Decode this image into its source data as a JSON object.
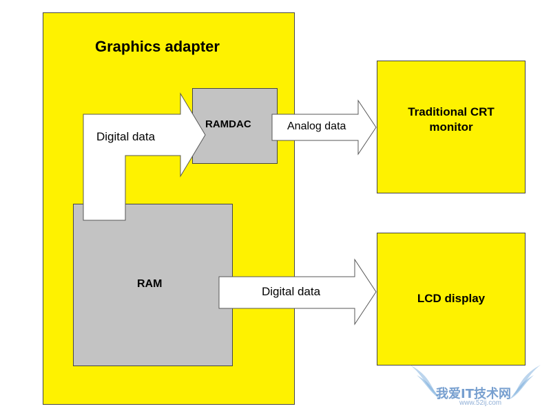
{
  "diagram": {
    "adapter_title": "Graphics adapter",
    "ramdac_label": "RAMDAC",
    "ram_label": "RAM",
    "crt_label_line1": "Traditional CRT",
    "crt_label_line2": "monitor",
    "lcd_label": "LCD display",
    "arrow_ram_to_ramdac": "Digital data",
    "arrow_ramdac_to_crt": "Analog data",
    "arrow_ram_to_lcd": "Digital data"
  },
  "watermark": {
    "main_text": "我爱IT技术网",
    "sub_text": "www.52ij.com"
  },
  "colors": {
    "yellow": "#fef200",
    "gray": "#c3c3c3",
    "white": "#ffffff",
    "outline": "#444444"
  }
}
